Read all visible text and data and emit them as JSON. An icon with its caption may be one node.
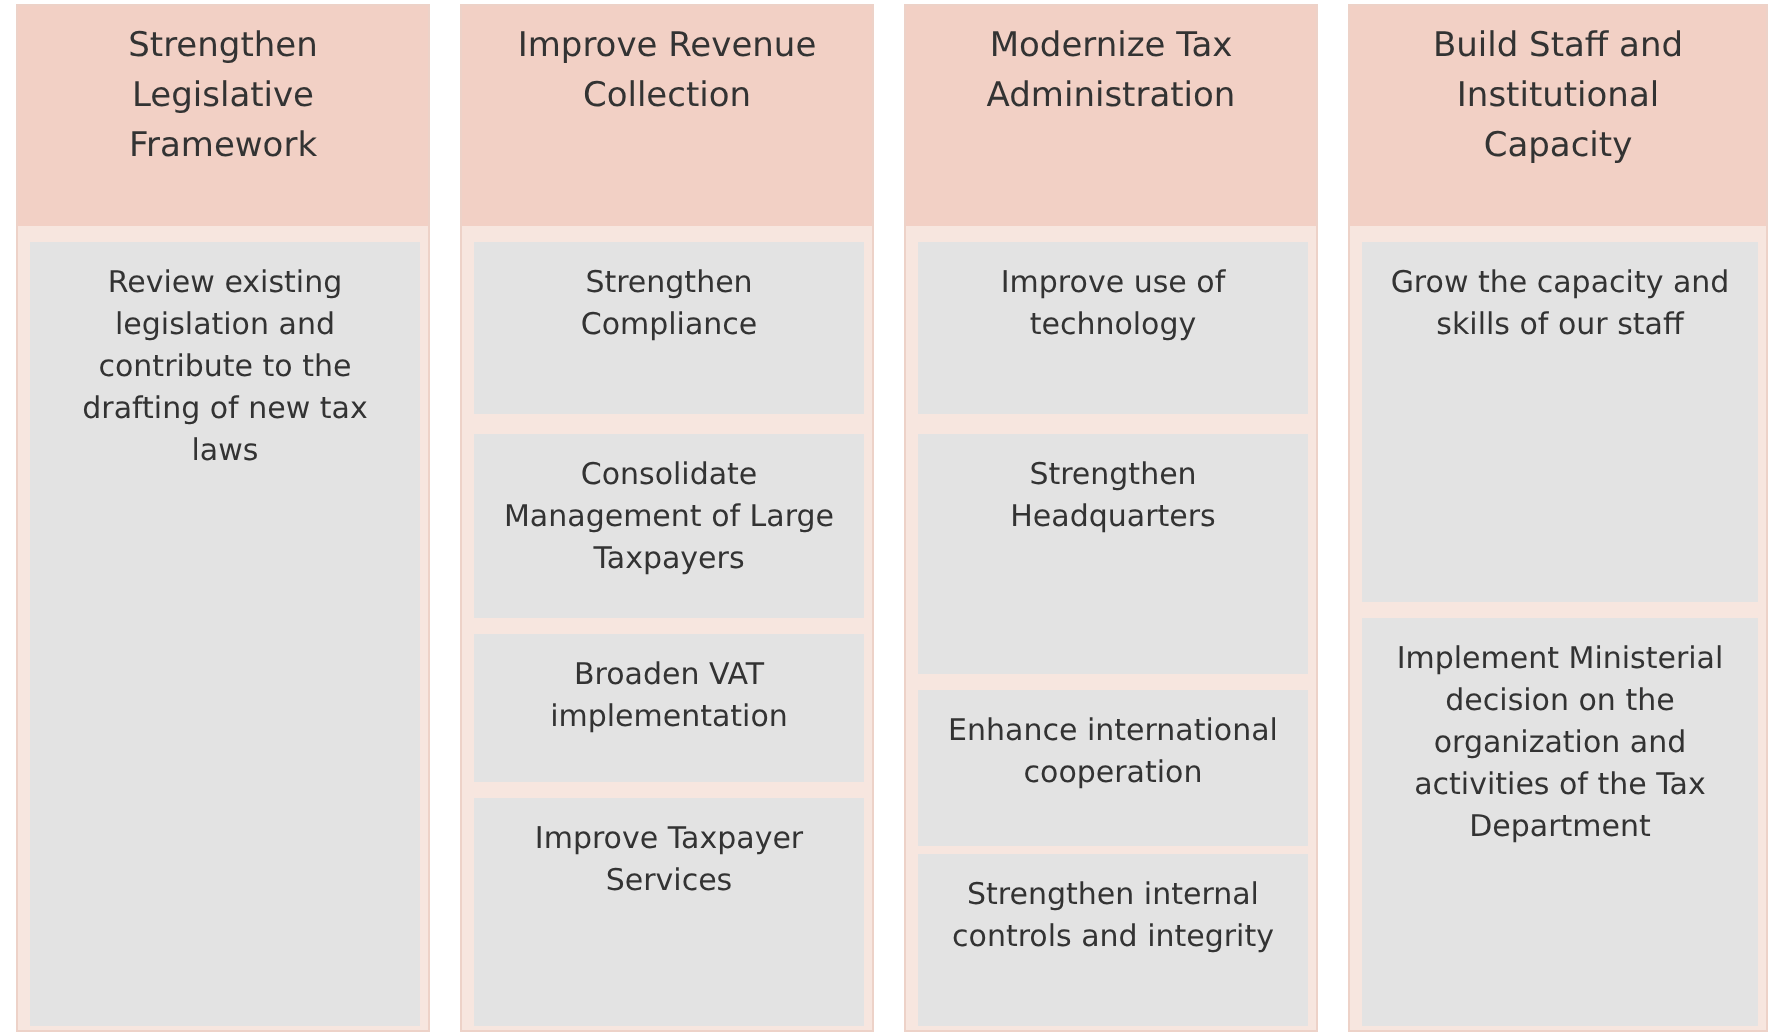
{
  "diagram": {
    "nodes": [
      {
        "text": [
          "Strengthen Legislative Framework"
        ]
      },
      {
        "text": [
          "Review existing legislation and contribute to the drafting of new tax laws"
        ],
        "in": 0
      },
      {
        "text": [
          "Improve Revenue Collection"
        ]
      },
      {
        "text": [
          "Strengthen Compliance"
        ],
        "in": 2
      },
      {
        "text": [
          "Consolidate Management of Large Taxpayers"
        ],
        "in": 2
      },
      {
        "text": [
          "Broaden VAT implementation"
        ],
        "in": 2
      },
      {
        "text": [
          "Improve Taxpayer Services"
        ],
        "in": 2
      },
      {
        "text": [
          "Modernize Tax Administration"
        ]
      },
      {
        "text": [
          "Improve use of technology"
        ],
        "in": 7
      },
      {
        "text": [
          "Strengthen Headquarters"
        ],
        "in": 7
      },
      {
        "text": [
          "Enhance international cooperation"
        ],
        "in": 7
      },
      {
        "text": [
          "Strengthen internal controls and integrity"
        ],
        "in": 7
      },
      {
        "text": [
          "Build Staff and Institutional Capacity"
        ]
      },
      {
        "text": [
          "Grow the capacity and skills of our staff"
        ],
        "in": 12
      },
      {
        "text": [
          "Implement Ministerial decision on the organization and activities of the Tax Department"
        ],
        "in": 12
      }
    ]
  }
}
